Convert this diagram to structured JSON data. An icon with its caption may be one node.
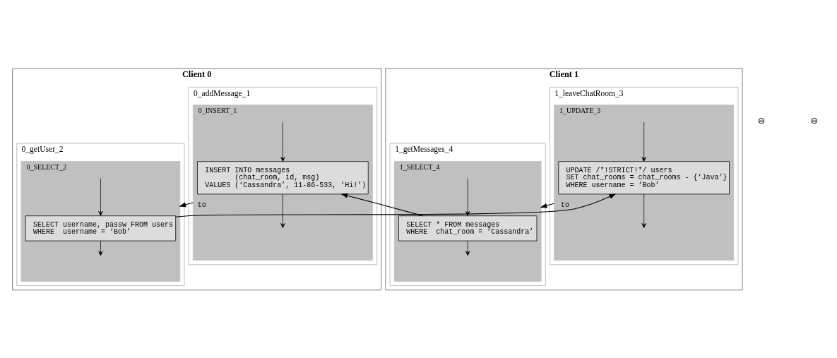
{
  "diagram": {
    "nodes": [
      {
        "text": [
          "Client 0"
        ]
      },
      {
        "text": [
          "0_addMessage_1"
        ],
        "in": 0
      },
      {
        "text": [
          "0_INSERT_1"
        ],
        "in": 1
      },
      {
        "text": [
          "INSERT INTO messages",
          "        (chat_room, id, msg)",
          "VALUES (‘Cassandra’, 11-86-533, ‘Hi!’)"
        ],
        "in": 2
      },
      {
        "text": [
          "0_getUser_2"
        ],
        "in": 0
      },
      {
        "text": [
          "0_SELECT_2"
        ],
        "in": 4
      },
      {
        "text": [
          "SELECT username, passw FROM users",
          "WHERE  username = ‘Bob’"
        ],
        "in": 5
      },
      {
        "text": [
          "Client 1"
        ]
      },
      {
        "text": [
          "1_leaveChatRoom_3"
        ],
        "in": 7
      },
      {
        "text": [
          "1_UPDATE_3"
        ],
        "in": 8
      },
      {
        "text": [
          "UPDATE /*!STRICT!*/ users",
          "SET chat_rooms = chat_rooms - {‘Java’}",
          "WHERE username = ‘Bob’"
        ],
        "in": 9
      },
      {
        "text": [
          "1_getMessages_4"
        ],
        "in": 7
      },
      {
        "text": [
          "1_SELECT_4"
        ],
        "in": 11
      },
      {
        "text": [
          "SELECT * FROM messages",
          "WHERE  chat_room = ‘Cassandra’"
        ],
        "in": 12
      }
    ],
    "edges": [
      {
        "from": null,
        "to": 3,
        "arrow": "to"
      },
      {
        "from": 3,
        "to": null,
        "arrow": "to"
      },
      {
        "from": 2,
        "to": 5,
        "arrow": "to",
        "label": "to"
      },
      {
        "from": null,
        "to": 6,
        "arrow": "to"
      },
      {
        "from": 6,
        "to": null,
        "arrow": "to"
      },
      {
        "from": null,
        "to": 10,
        "arrow": "to"
      },
      {
        "from": 10,
        "to": null,
        "arrow": "to"
      },
      {
        "from": 9,
        "to": 12,
        "arrow": "to",
        "label": "to"
      },
      {
        "from": null,
        "to": 13,
        "arrow": "to"
      },
      {
        "from": 13,
        "to": null,
        "arrow": "to"
      },
      {
        "from": 6,
        "to": 10,
        "arrow": "to"
      },
      {
        "from": 13,
        "to": 3,
        "arrow": "to"
      }
    ],
    "labels": [
      "⊖",
      "⊖"
    ]
  }
}
